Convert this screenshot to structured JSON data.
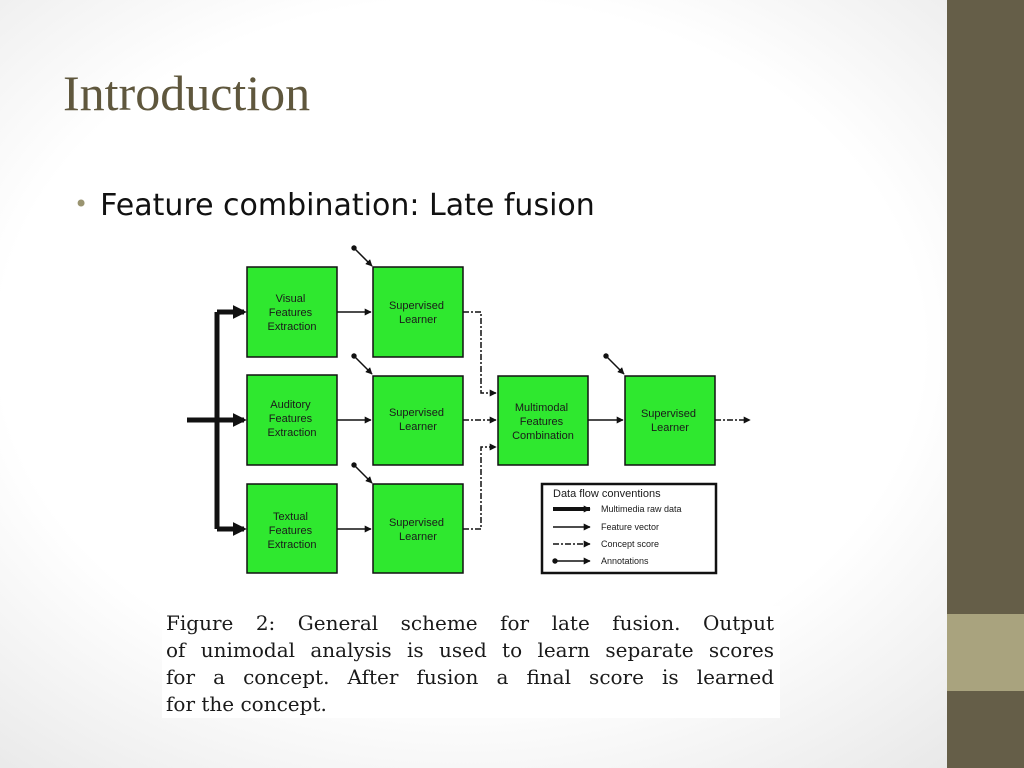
{
  "slide": {
    "title": "Introduction",
    "bullet": "Feature combination: Late fusion",
    "colors": {
      "title": "#5f573d",
      "sidebar": "#655e48",
      "sidebar_accent": "#a9a37e",
      "node_fill": "#2fe82f"
    }
  },
  "diagram": {
    "nodes": {
      "visual_extraction": [
        "Visual",
        "Features",
        "Extraction"
      ],
      "auditory_extraction": [
        "Auditory",
        "Features",
        "Extraction"
      ],
      "textual_extraction": [
        "Textual",
        "Features",
        "Extraction"
      ],
      "learner_visual": [
        "Supervised",
        "Learner"
      ],
      "learner_auditory": [
        "Supervised",
        "Learner"
      ],
      "learner_textual": [
        "Supervised",
        "Learner"
      ],
      "multimodal_combination": [
        "Multimodal",
        "Features",
        "Combination"
      ],
      "learner_final": [
        "Supervised",
        "Learner"
      ]
    },
    "legend": {
      "title": "Data flow conventions",
      "items": [
        "Multimedia raw data",
        "Feature vector",
        "Concept score",
        "Annotations"
      ]
    }
  },
  "caption": {
    "lines": [
      "Figure 2: General scheme for late fusion. Output",
      "of unimodal analysis is used to learn separate scores",
      "for a concept. After fusion a final score is learned",
      "for the concept."
    ]
  }
}
